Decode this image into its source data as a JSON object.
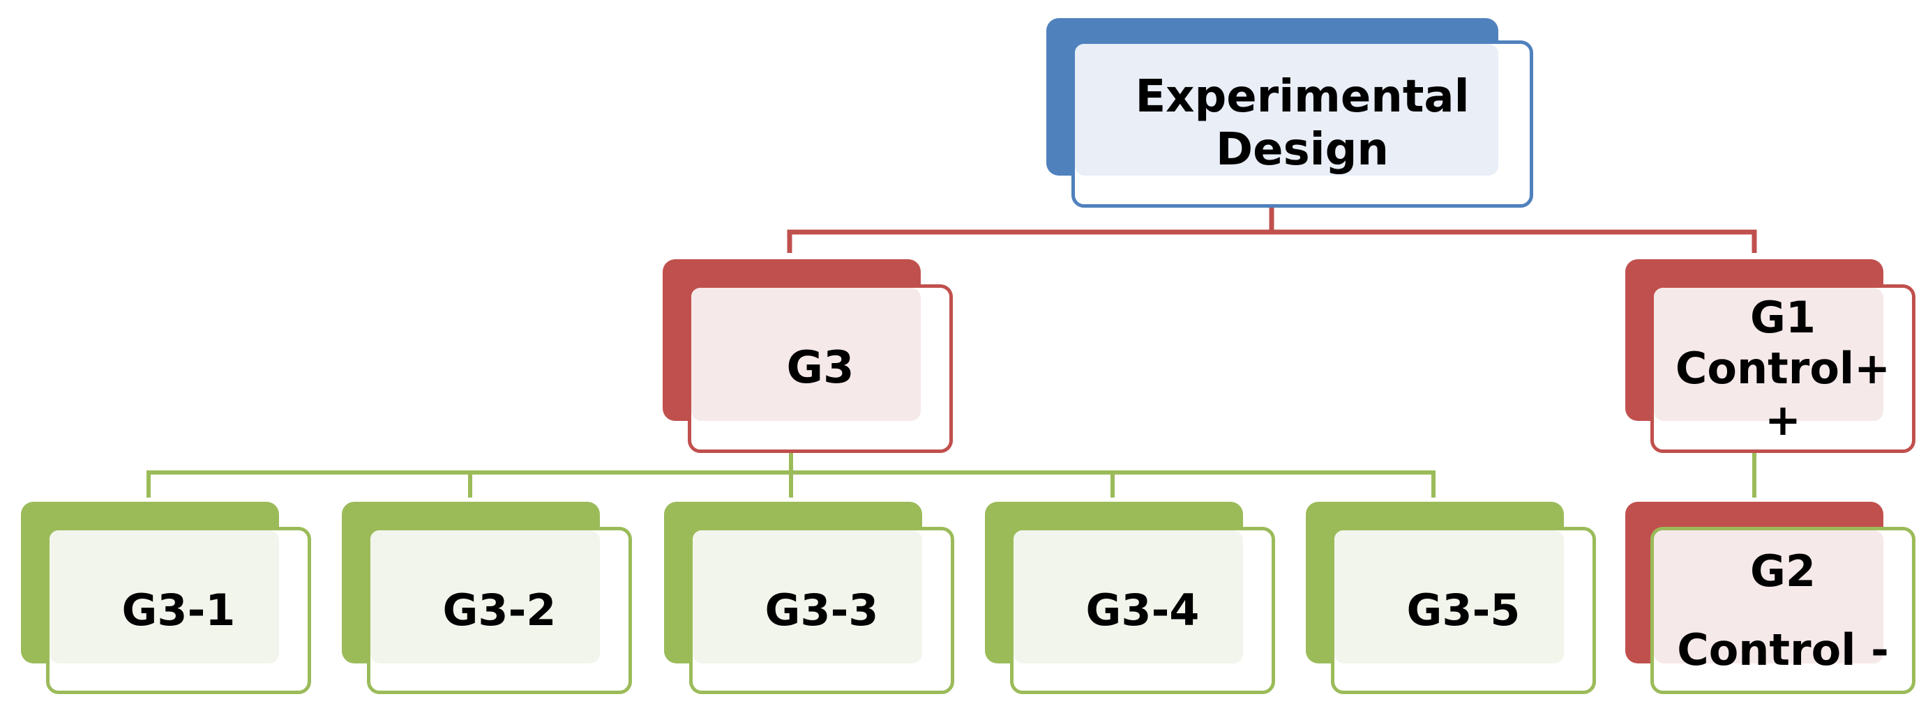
{
  "diagram": {
    "root": {
      "lines": [
        "Experimental",
        "Design"
      ],
      "color": "#4f81bd",
      "tint": "#e9eef7"
    },
    "branch_g3": {
      "lines": [
        "G3"
      ],
      "color": "#c0504d",
      "tint": "#f6e9e9",
      "children": [
        {
          "label": "G3-1"
        },
        {
          "label": "G3-2"
        },
        {
          "label": "G3-3"
        },
        {
          "label": "G3-4"
        },
        {
          "label": "G3-5"
        }
      ],
      "child_color": "#9bbb59",
      "child_tint": "#f2f5ec"
    },
    "branch_g1": {
      "lines": [
        "G1",
        "Control+",
        "+"
      ],
      "color": "#c0504d",
      "tint": "#f6e9e9"
    },
    "node_g2": {
      "lines": [
        "G2",
        "Control -"
      ],
      "shadow_color": "#c0504d",
      "border_color": "#9bbb59",
      "tint": "#f6e9e9"
    }
  }
}
